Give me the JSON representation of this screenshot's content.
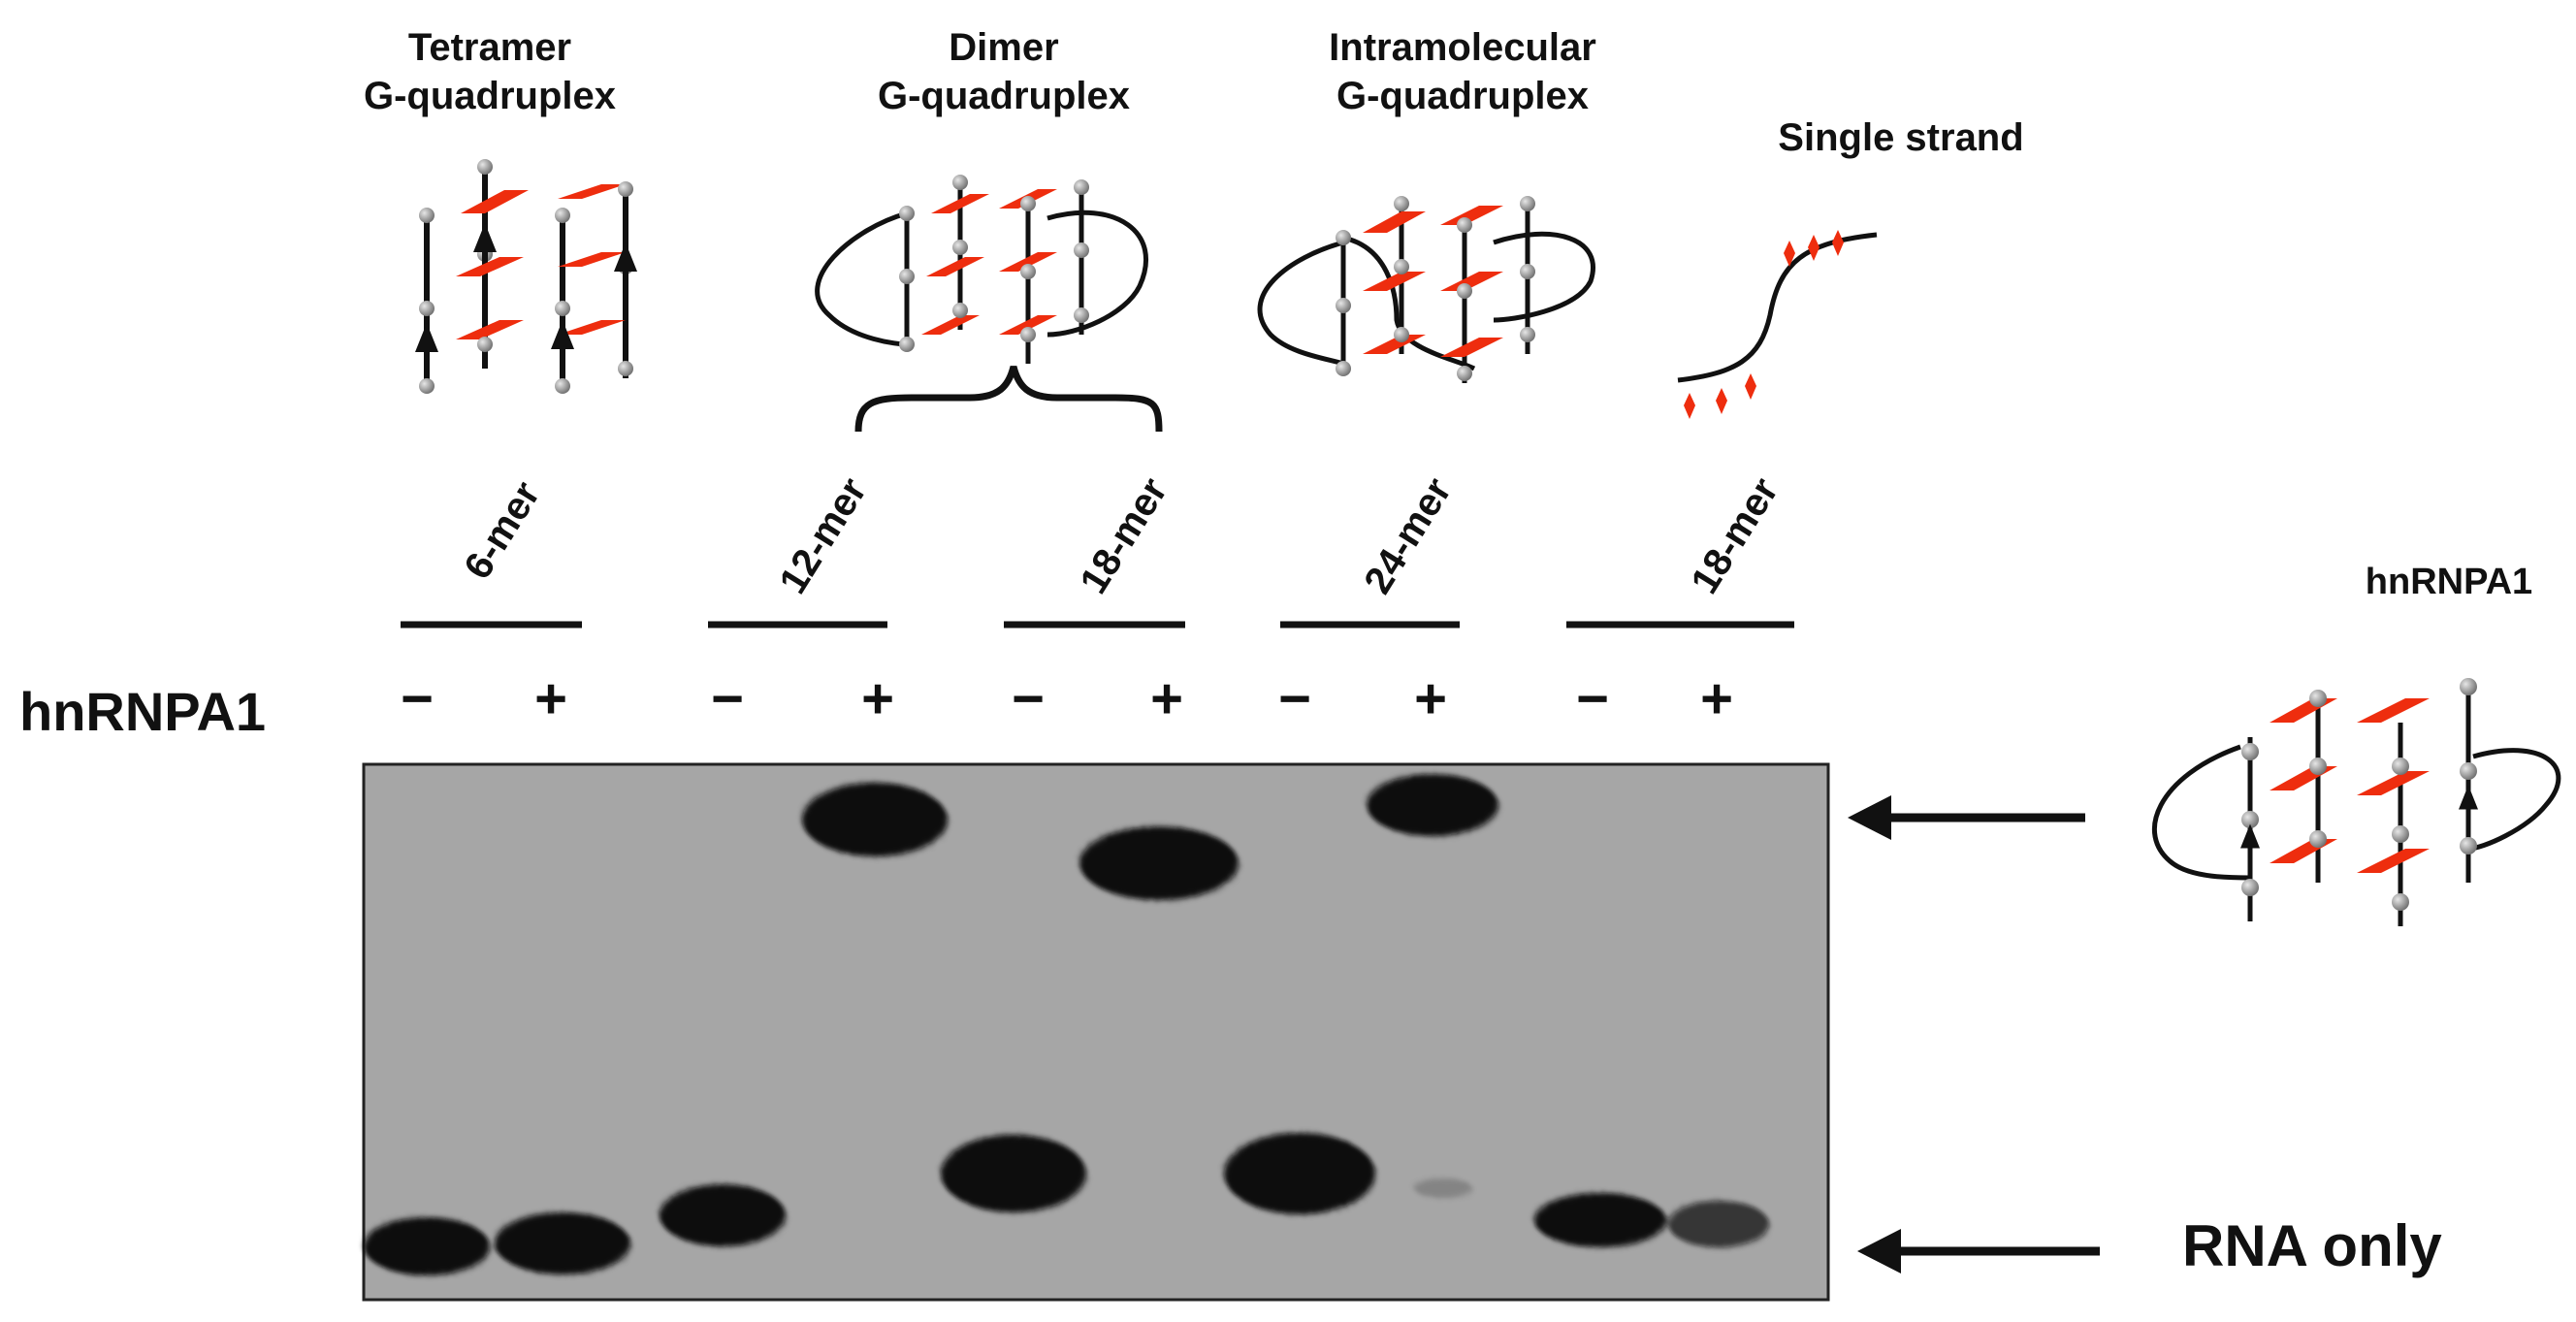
{
  "structures": [
    {
      "title_lines": [
        "Tetramer",
        "G-quadruplex"
      ]
    },
    {
      "title_lines": [
        "Dimer",
        "G-quadruplex"
      ]
    },
    {
      "title_lines": [
        "Intramolecular",
        "G-quadruplex"
      ]
    },
    {
      "title_lines": [
        "Single strand"
      ]
    }
  ],
  "lane_groups": [
    {
      "label": "6-mer",
      "minus": "−",
      "plus": "+"
    },
    {
      "label": "12-mer",
      "minus": "−",
      "plus": "+"
    },
    {
      "label": "18-mer",
      "minus": "−",
      "plus": "+"
    },
    {
      "label": "24-mer",
      "minus": "−",
      "plus": "+"
    },
    {
      "label": "18-mer",
      "minus": "−",
      "plus": "+"
    }
  ],
  "row_label": "hnRNPA1",
  "complex_label": "hnRNPA1",
  "free_label": "RNA only",
  "colors": {
    "tetrad": "#ee2d0e",
    "strand": "#111111",
    "gel": "#a6a6a6",
    "band": "#0a0a0a"
  },
  "bands": {
    "complex": [
      {
        "lane": "12-mer +",
        "present": true
      },
      {
        "lane": "18-mer +",
        "present": true
      },
      {
        "lane": "24-mer +",
        "present": true
      }
    ],
    "free": [
      {
        "lane": "6-mer −",
        "intensity": 1.0
      },
      {
        "lane": "6-mer +",
        "intensity": 1.0
      },
      {
        "lane": "12-mer −",
        "intensity": 1.0
      },
      {
        "lane": "18-mer −",
        "intensity": 1.0
      },
      {
        "lane": "24-mer −",
        "intensity": 1.0
      },
      {
        "lane": "24-mer +",
        "intensity": 0.2
      },
      {
        "lane": "18-mer −",
        "intensity": 1.0
      },
      {
        "lane": "18-mer +",
        "intensity": 0.75
      }
    ]
  }
}
